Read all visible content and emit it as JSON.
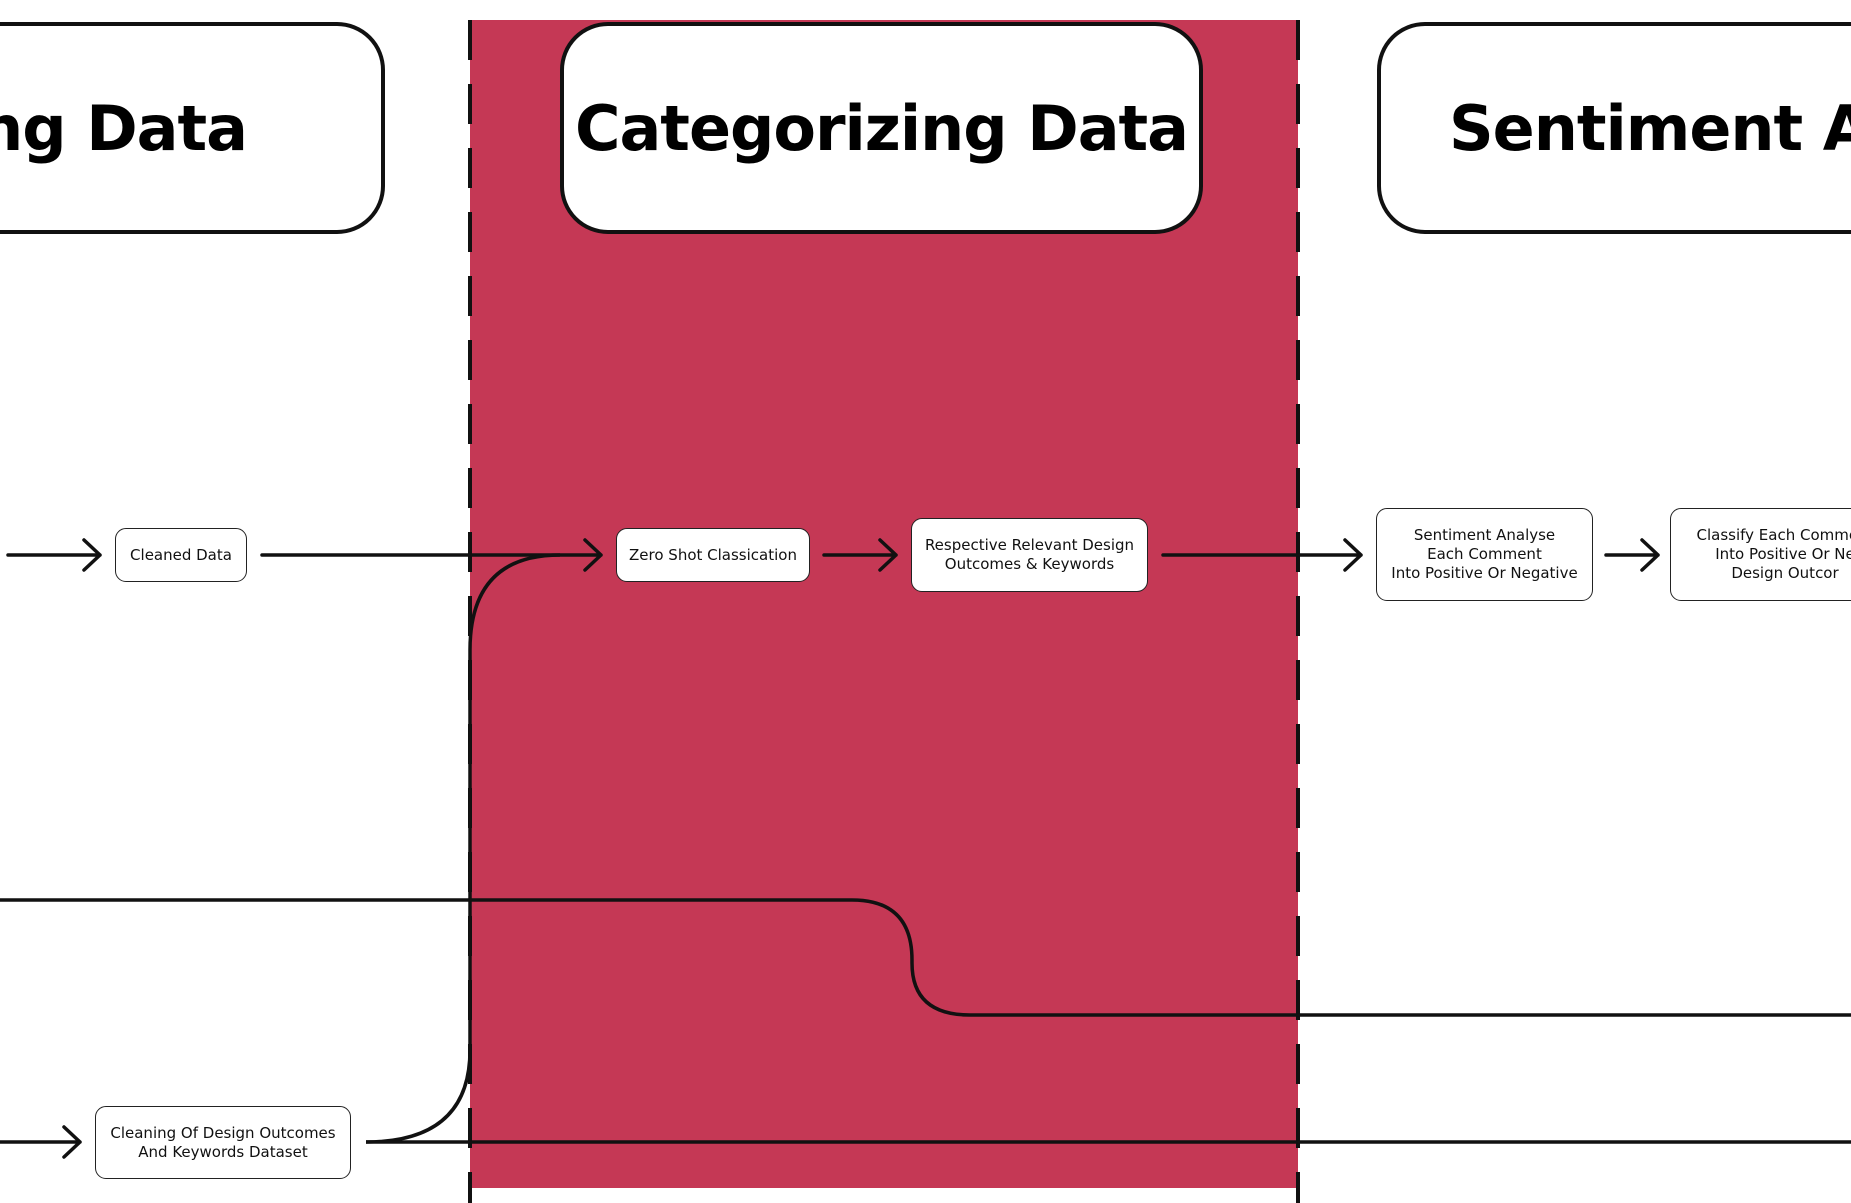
{
  "colors": {
    "band": "#c53855",
    "line": "#111111",
    "box": "#ffffff"
  },
  "stages": {
    "cleaning": "ning Data",
    "categorizing": "Categorizing Data",
    "sentiment": "Sentiment Ana"
  },
  "nodes": {
    "cleaned_data": "Cleaned Data",
    "zero_shot": "Zero Shot Classication",
    "relevant_outcomes": "Respective Relevant Design\nOutcomes & Keywords",
    "sentiment_analyse": "Sentiment Analyse\nEach Comment\nInto Positive Or Negative",
    "classify_comment": "Classify Each Comment\nInto Positive Or Ne\nDesign Outcor",
    "cleaning_outcomes": "Cleaning Of Design Outcomes\nAnd Keywords Dataset"
  }
}
